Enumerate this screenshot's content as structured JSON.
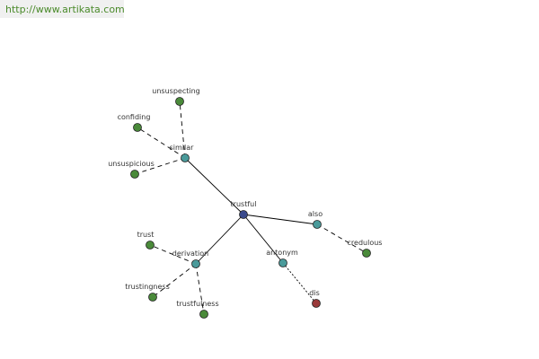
{
  "header": {
    "url": "http://www.artikata.com"
  },
  "colors": {
    "link": "#4a8a2a",
    "root_node": "#3a4a8c",
    "relation_node": "#4a9a9a",
    "word_node": "#4a8a3a",
    "special_node": "#9a3a3a",
    "edge": "#000000"
  },
  "graph": {
    "nodes": [
      {
        "id": "trustful",
        "label": "trustful",
        "kind": "root"
      },
      {
        "id": "similar",
        "label": "similar",
        "kind": "relation"
      },
      {
        "id": "also",
        "label": "also",
        "kind": "relation"
      },
      {
        "id": "derivation",
        "label": "derivation",
        "kind": "relation"
      },
      {
        "id": "antonym",
        "label": "antonym",
        "kind": "relation"
      },
      {
        "id": "unsuspecting",
        "label": "unsuspecting",
        "kind": "word"
      },
      {
        "id": "confiding",
        "label": "confiding",
        "kind": "word"
      },
      {
        "id": "unsuspicious",
        "label": "unsuspicious",
        "kind": "word"
      },
      {
        "id": "credulous",
        "label": "credulous",
        "kind": "word"
      },
      {
        "id": "trust",
        "label": "trust",
        "kind": "word"
      },
      {
        "id": "trustingness",
        "label": "trustingness",
        "kind": "word"
      },
      {
        "id": "trustfulness",
        "label": "trustfulness",
        "kind": "word"
      },
      {
        "id": "dis",
        "label": "dis",
        "kind": "special"
      }
    ],
    "edges": [
      {
        "from": "trustful",
        "to": "similar",
        "style": "solid"
      },
      {
        "from": "trustful",
        "to": "also",
        "style": "solid"
      },
      {
        "from": "trustful",
        "to": "derivation",
        "style": "solid"
      },
      {
        "from": "trustful",
        "to": "antonym",
        "style": "solid"
      },
      {
        "from": "similar",
        "to": "unsuspecting",
        "style": "dashed"
      },
      {
        "from": "similar",
        "to": "confiding",
        "style": "dashed"
      },
      {
        "from": "similar",
        "to": "unsuspicious",
        "style": "dashed"
      },
      {
        "from": "also",
        "to": "credulous",
        "style": "dashed"
      },
      {
        "from": "derivation",
        "to": "trust",
        "style": "dashed"
      },
      {
        "from": "derivation",
        "to": "trustingness",
        "style": "dashed"
      },
      {
        "from": "derivation",
        "to": "trustfulness",
        "style": "dashed"
      },
      {
        "from": "antonym",
        "to": "dis",
        "style": "dotted"
      }
    ]
  }
}
